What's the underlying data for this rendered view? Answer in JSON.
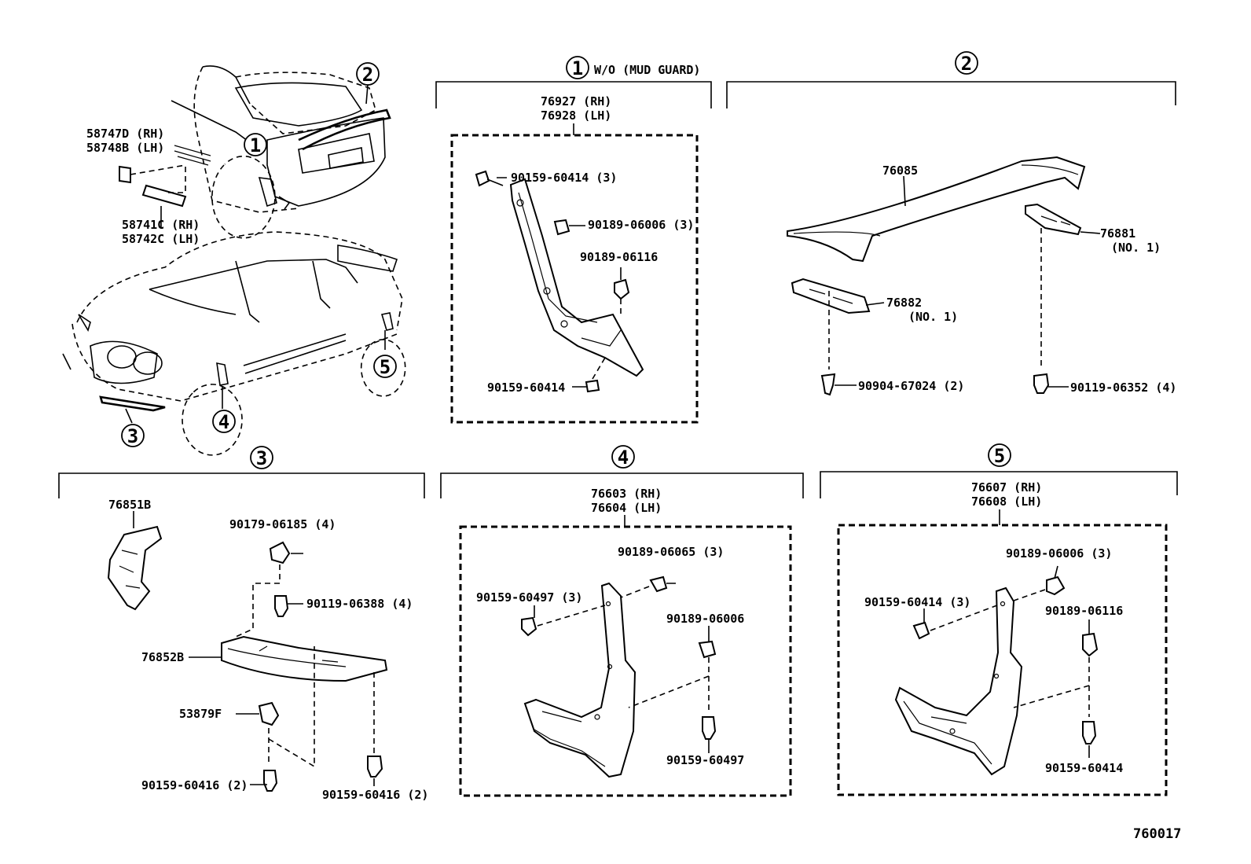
{
  "callout_marks": {
    "c1": "1",
    "c2": "2",
    "c3": "3",
    "c4": "4",
    "c5": "5"
  },
  "overview": {
    "emblem_rh": "58747D (RH)",
    "emblem_lh": "58748B (LH)",
    "moulding_rh": "58741C (RH)",
    "moulding_lh": "58742C (LH)"
  },
  "section1": {
    "title": "W/O (MUD  GUARD)",
    "part_rh": "76927 (RH)",
    "part_lh": "76928 (LH)",
    "screw_top": "90159-60414 (3)",
    "clip_a": "90189-06006 (3)",
    "clip_b": "90189-06116",
    "screw_bottom": "90159-60414"
  },
  "section2": {
    "spoiler": "76085",
    "bracket1": "76881",
    "bracket1_no": "(NO. 1)",
    "bracket2": "76882",
    "bracket2_no": "(NO. 1)",
    "fastener_left": "90904-67024 (2)",
    "fastener_right": "90119-06352 (4)"
  },
  "section3": {
    "upper_part": "76851B",
    "nut": "90179-06185 (4)",
    "bolt": "90119-06388 (4)",
    "lower_part": "76852B",
    "clip": "53879F",
    "screw_left": "90159-60416 (2)",
    "screw_right": "90159-60416 (2)"
  },
  "section4": {
    "part_rh": "76603 (RH)",
    "part_lh": "76604 (LH)",
    "clip_top": "90189-06065 (3)",
    "screw_left": "90159-60497 (3)",
    "clip_right": "90189-06006",
    "screw_bottom": "90159-60497"
  },
  "section5": {
    "part_rh": "76607 (RH)",
    "part_lh": "76608 (LH)",
    "clip_top": "90189-06006 (3)",
    "screw_left": "90159-60414 (3)",
    "clip_right": "90189-06116",
    "screw_bottom": "90159-60414"
  },
  "figure_number": "760017"
}
